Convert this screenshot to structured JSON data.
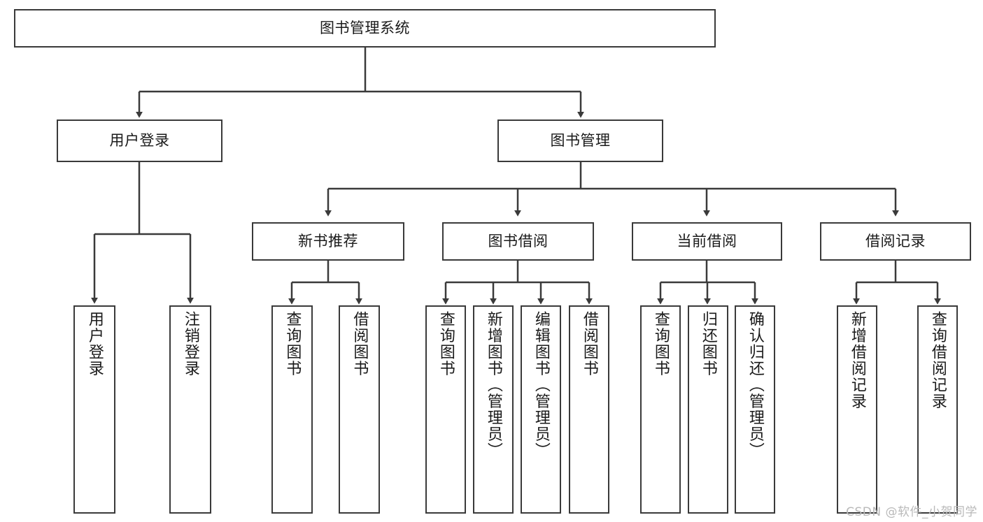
{
  "diagram": {
    "title": "图书管理系统",
    "type": "tree-hierarchy",
    "watermark": "CSDN @软件_小贺同学",
    "colors": {
      "stroke": "#3a3a3a",
      "fill": "#ffffff",
      "text": "#1a1a1a",
      "watermark": "#b9b9b9",
      "background": "#ffffff"
    },
    "root": {
      "label": "图书管理系统"
    },
    "level2": [
      {
        "id": "user-login",
        "label": "用户登录"
      },
      {
        "id": "book-manage",
        "label": "图书管理"
      }
    ],
    "level3": [
      {
        "id": "new-book-recommend",
        "label": "新书推荐"
      },
      {
        "id": "book-borrow",
        "label": "图书借阅"
      },
      {
        "id": "current-borrow",
        "label": "当前借阅"
      },
      {
        "id": "borrow-record",
        "label": "借阅记录"
      }
    ],
    "leaves": {
      "user-login": [
        {
          "id": "leaf-user-login",
          "label": "用户登录"
        },
        {
          "id": "leaf-logout",
          "label": "注销登录"
        }
      ],
      "new-book-recommend": [
        {
          "id": "leaf-query-book-1",
          "label": "查询图书"
        },
        {
          "id": "leaf-borrow-book-1",
          "label": "借阅图书"
        }
      ],
      "book-borrow": [
        {
          "id": "leaf-query-book-2",
          "label": "查询图书"
        },
        {
          "id": "leaf-add-book",
          "label": "新增图书（管理员）"
        },
        {
          "id": "leaf-edit-book",
          "label": "编辑图书（管理员）"
        },
        {
          "id": "leaf-borrow-book-2",
          "label": "借阅图书"
        }
      ],
      "current-borrow": [
        {
          "id": "leaf-query-book-3",
          "label": "查询图书"
        },
        {
          "id": "leaf-return-book",
          "label": "归还图书"
        },
        {
          "id": "leaf-confirm-return",
          "label": "确认归还（管理员）"
        }
      ],
      "borrow-record": [
        {
          "id": "leaf-add-record",
          "label": "新增借阅记录"
        },
        {
          "id": "leaf-query-record",
          "label": "查询借阅记录"
        }
      ]
    }
  }
}
